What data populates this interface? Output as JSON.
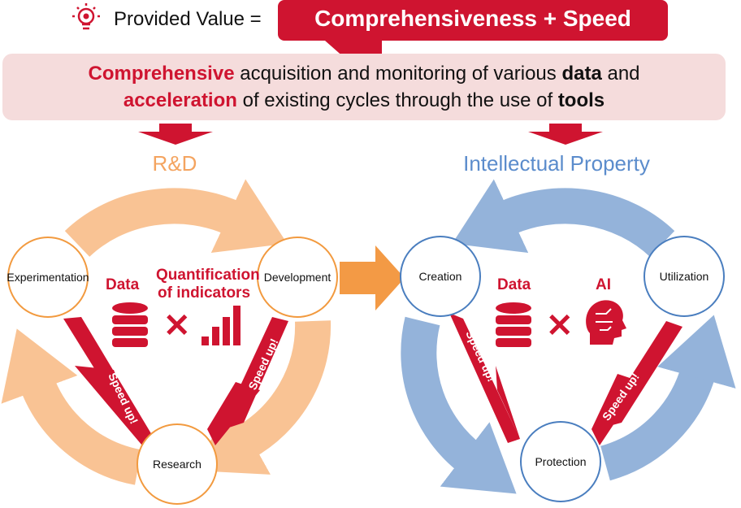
{
  "header": {
    "prefix": "Provided Value =",
    "banner": "Comprehensiveness + Speed",
    "icon": "lightbulb-gear-icon"
  },
  "summary": {
    "line1": {
      "highlight": "Comprehensive",
      "text1": " acquisition and monitoring of various ",
      "bold": "data",
      "text2": " and"
    },
    "line2": {
      "highlight": "acceleration",
      "text1": " of existing cycles through the use of ",
      "bold": "tools"
    }
  },
  "rnd": {
    "title": "R&D",
    "nodes": [
      "Experimentation",
      "Development",
      "Research"
    ],
    "data_label": "Data",
    "metric_label_1": "Quantification",
    "metric_label_2": "of indicators",
    "speed": "Speed up!"
  },
  "ip": {
    "title": "Intellectual Property",
    "nodes": [
      "Creation",
      "Utilization",
      "Protection"
    ],
    "data_label": "Data",
    "ai_label": "AI",
    "speed": "Speed up!"
  },
  "colors": {
    "red": "#cf1430",
    "orange": "#f9c394",
    "orange_title": "#f4a460",
    "blue": "#94b3da",
    "blue_title": "#5b8ccc"
  }
}
